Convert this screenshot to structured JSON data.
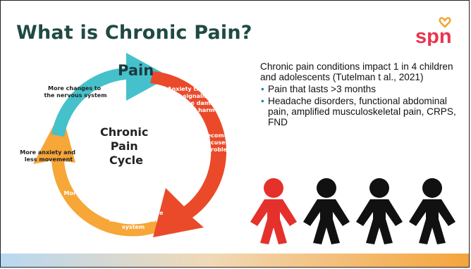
{
  "slide": {
    "title": "What is Chronic Pain?",
    "logo_text": "spn",
    "intro": "Chronic pain conditions impact 1 in 4 children and adolescents (Tutelman t al., 2021)",
    "bullets": [
      "Pain that lasts >3 months",
      "Headache disorders, functional abdominal pain, amplified musculoskeletal pain, CRPS, FND"
    ]
  },
  "cycle": {
    "top_label": "Pain",
    "center": [
      "Chronic",
      "Pain",
      "Cycle"
    ],
    "steps": [
      [
        "Anxiety that pain is",
        "signalling",
        "tissue damage",
        "and harm"
      ],
      [
        "Brain becomes",
        "more focused",
        "on the problem"
      ],
      [
        "Changes take place",
        "in the nervous",
        "system"
      ],
      [
        "More Pain"
      ],
      [
        "More anxiety and",
        "less movement"
      ],
      [
        "More changes to",
        "the nervous system"
      ]
    ]
  },
  "colors": {
    "title": "#1f4a43",
    "arrow_teal": "#45c1cb",
    "arrow_red": "#ea4a2a",
    "arrow_orange": "#f7a638",
    "people_red": "#e5312b",
    "people_black": "#111111",
    "logo_red": "#e8344d",
    "logo_blue": "#1e5ea8",
    "logo_heart": "#f3a12c",
    "bullet": "#1a8fa8"
  },
  "icons": [
    "heart-icon",
    "person-icon"
  ]
}
